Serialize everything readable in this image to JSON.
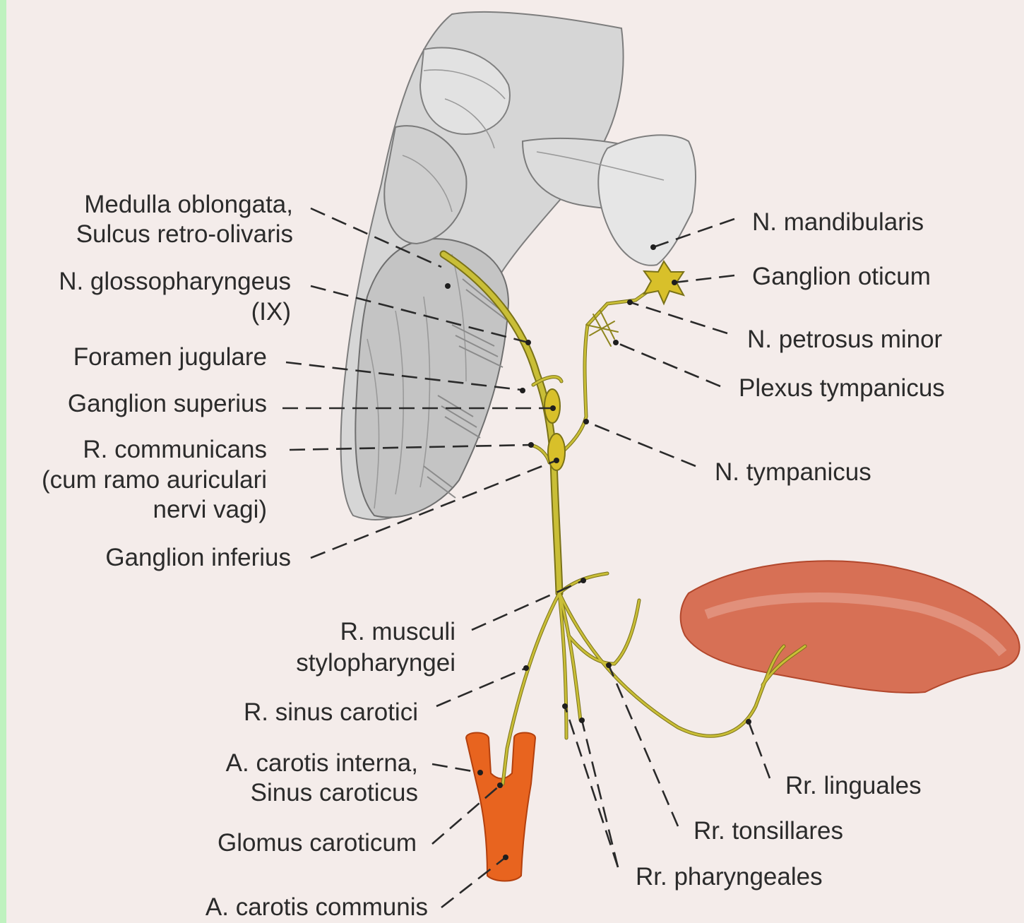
{
  "colors": {
    "background": "#f4ecea",
    "left_strip": "#bff2bf",
    "nerve": "#c9be37",
    "nerve_outline": "#7a7218",
    "ganglion": "#d8c02a",
    "artery": "#e8641f",
    "tongue": "#d77055",
    "brainstem": "#c9c9c9"
  },
  "labels": {
    "medulla_1": "Medulla oblongata,",
    "medulla_2": "Sulcus retro-olivaris",
    "glosso_1": "N. glossopharyngeus",
    "glosso_2": "(IX)",
    "foramen": "Foramen jugulare",
    "gang_sup": "Ganglion superius",
    "r_comm_1": "R. communicans",
    "r_comm_2": "(cum ramo auriculari",
    "r_comm_3": "nervi vagi)",
    "gang_inf": "Ganglion inferius",
    "r_musc_1": "R. musculi",
    "r_musc_2": "stylopharyngei",
    "r_sinus": "R. sinus carotici",
    "a_int_1": "A. carotis interna,",
    "a_int_2": "Sinus caroticus",
    "glomus": "Glomus caroticum",
    "a_comm": "A. carotis communis",
    "n_mand": "N. mandibularis",
    "gang_otic": "Ganglion oticum",
    "n_petr": "N. petrosus minor",
    "plexus": "Plexus tympanicus",
    "n_tymp": "N. tympanicus",
    "rr_ling": "Rr. linguales",
    "rr_tons": "Rr. tonsillares",
    "rr_phar": "Rr. pharyngeales"
  }
}
